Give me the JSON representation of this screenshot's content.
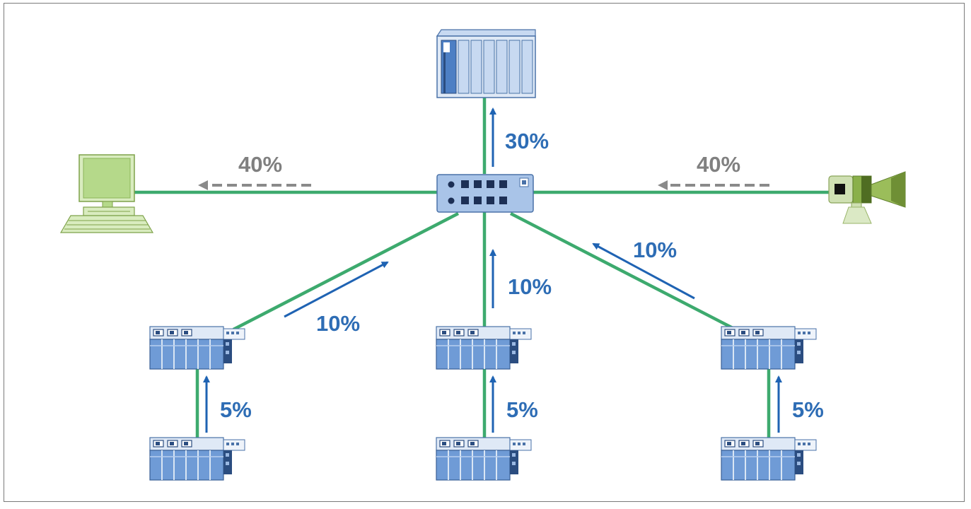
{
  "colors": {
    "link": "#3daa6e",
    "flow_blue": "#1f63b3",
    "flow_gray": "#8a8a8a",
    "device_blue": "#6f9bd6",
    "device_light": "#b8d0ef",
    "terminal_green": "#b5d98a"
  },
  "labels": {
    "controller_up": "30%",
    "to_pc": "40%",
    "from_camera": "40%",
    "left_station": "10%",
    "center_station": "10%",
    "right_station": "10%",
    "left_io": "5%",
    "center_io": "5%",
    "right_io": "5%"
  },
  "icons": {
    "controller": "plc-rack-icon",
    "switch": "network-switch-icon",
    "pc": "computer-terminal-icon",
    "camera": "video-camera-icon",
    "stations": "io-station-icon"
  }
}
